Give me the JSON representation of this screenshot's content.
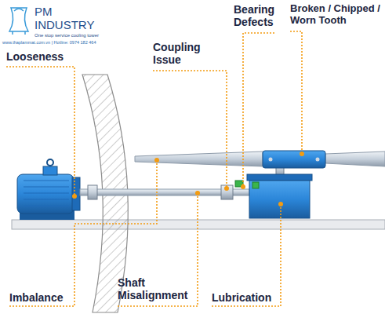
{
  "diagram": {
    "labels": [
      "PM INDUSTRY",
      "One stop service cooling tower",
      "www.thaplammat.com.vn | Hotline: 0974 182 464",
      "Looseness",
      "Coupling Issue",
      "Bearing Defects",
      "Broken / Chipped / Worn Tooth",
      "Imbalance",
      "Shaft Misalignment",
      "Lubrication"
    ]
  }
}
